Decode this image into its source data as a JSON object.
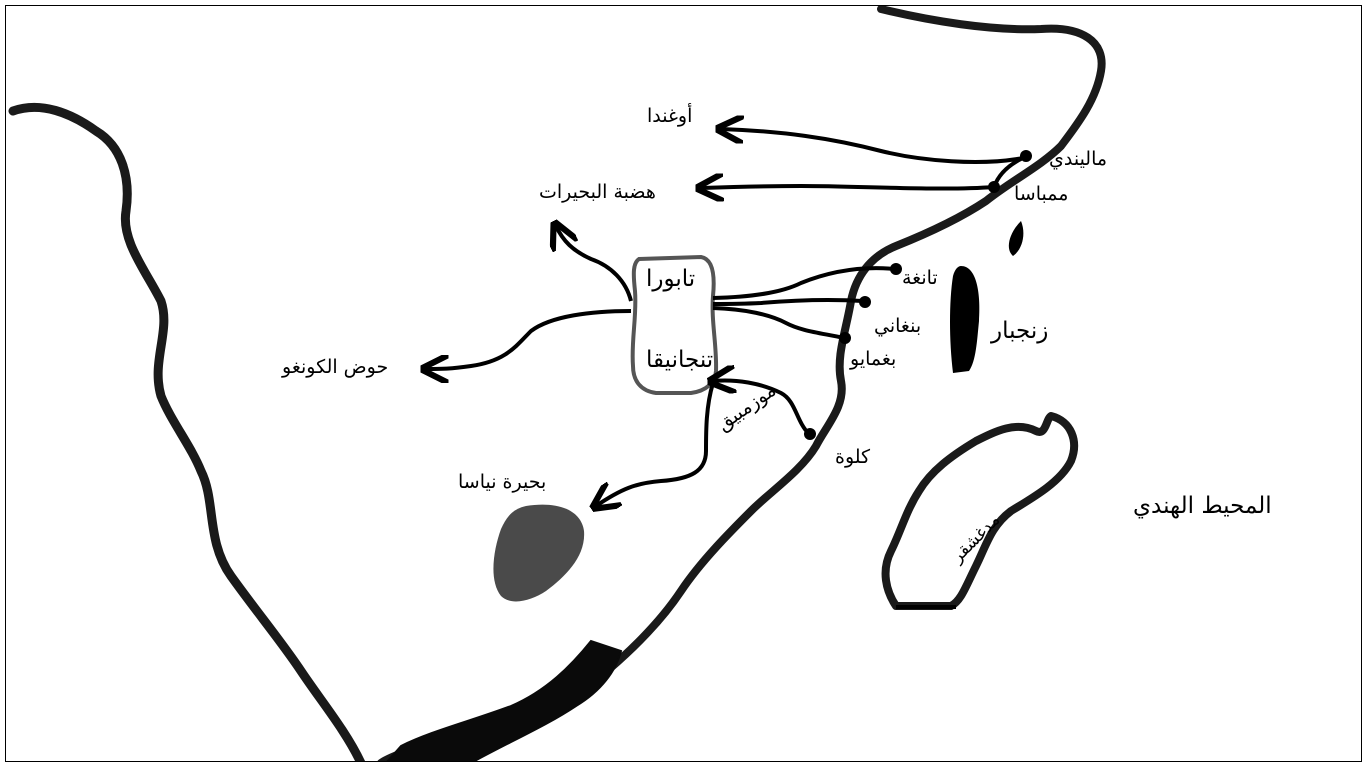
{
  "map": {
    "labels": {
      "uganda": "أوغندا",
      "lakes_plateau": "هضبة البحيرات",
      "malindi": "ماليندي",
      "mombasa": "ممباسا",
      "tabora": "تابورا",
      "tanganyika": "تنجانيقا",
      "tanga": "تانغة",
      "bangani": "بنغاني",
      "bagamoyo": "بغمايو",
      "zanzibar": "زنجبار",
      "congo_basin": "حوض الكونغو",
      "mozambique": "موزمبيق",
      "kilwa": "كلوة",
      "lake_nyasa": "بحيرة نياسا",
      "indian_ocean": "المحيط الهندي",
      "madagascar": "مدغشقر"
    },
    "colors": {
      "coast": "#1a1a1a",
      "lake": "#4a4a4a",
      "route": "#000000",
      "tabora_region": "#555555"
    }
  }
}
